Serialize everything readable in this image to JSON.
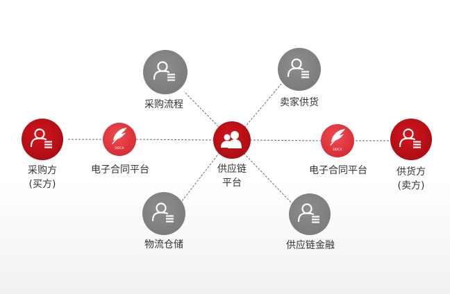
{
  "colors": {
    "red": "#c8161e",
    "red_light": "#e8424a",
    "gray": "#888888",
    "line": "#6b6b6b",
    "text": "#333333"
  },
  "center": {
    "label_line1": "供应链",
    "label_line2": "平台",
    "icon": "people-group-icon"
  },
  "nodes": {
    "buyer": {
      "line1": "采购方",
      "line2": "(买方)",
      "icon": "user-list-icon"
    },
    "supplier": {
      "line1": "供货方",
      "line2": "(卖方)",
      "icon": "user-list-icon"
    },
    "contract_left": {
      "label": "电子合同平台",
      "icon": "feather-pen-icon",
      "badge": "DDCA"
    },
    "contract_right": {
      "label": "电子合同平台",
      "icon": "feather-pen-icon",
      "badge": "DDCA"
    },
    "procurement": {
      "label": "采购流程",
      "icon": "user-list-icon"
    },
    "seller_supply": {
      "label": "卖家供货",
      "icon": "user-list-icon"
    },
    "logistics": {
      "label": "物流仓储",
      "icon": "user-list-icon"
    },
    "finance": {
      "label": "供应链金融",
      "icon": "user-list-icon"
    }
  }
}
